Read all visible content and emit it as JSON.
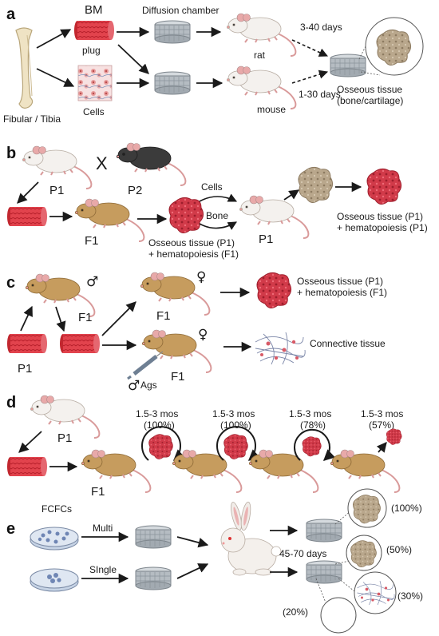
{
  "panels": {
    "a": {
      "letter": "a",
      "bone_label": "Fibular / Tibia",
      "bm_label": "BM",
      "plug_label": "plug",
      "cells_label": "Cells",
      "chamber_label": "Diffusion chamber",
      "rat_label": "rat",
      "mouse_label": "mouse",
      "rat_days": "3-40 days",
      "mouse_days": "1-30 days",
      "result_line1": "Osseous tissue",
      "result_line2": "(bone/cartilage)"
    },
    "b": {
      "letter": "b",
      "p1": "P1",
      "p2": "P2",
      "cross": "X",
      "f1": "F1",
      "cells_route": "Cells",
      "bone_route": "Bone",
      "mid_line1": "Osseous tissue (P1)",
      "mid_line2": "+ hematopoiesis (F1)",
      "p1_recipient": "P1",
      "end_line1": "Osseous tissue (P1)",
      "end_line2": "+ hematopoiesis (P1)"
    },
    "c": {
      "letter": "c",
      "male_symbol": "♂",
      "female_symbol": "♀",
      "f1_top": "F1",
      "p1": "P1",
      "f1_female_top": "F1",
      "f1_female_bottom": "F1",
      "ags": "Ags",
      "result_line1": "Osseous tissue (P1)",
      "result_line2": "+ hematopoiesis (F1)",
      "connective": "Connective tissue"
    },
    "d": {
      "letter": "d",
      "p1": "P1",
      "f1": "F1",
      "passages": [
        {
          "time": "1.5-3 mos",
          "pct": "(100%)"
        },
        {
          "time": "1.5-3 mos",
          "pct": "(100%)"
        },
        {
          "time": "1.5-3 mos",
          "pct": "(78%)"
        },
        {
          "time": "1.5-3 mos",
          "pct": "(57%)"
        }
      ]
    },
    "e": {
      "letter": "e",
      "fcfc": "FCFCs",
      "multi": "Multi",
      "single": "SIngle",
      "days": "45-70 days",
      "pct_bone": "(100%)",
      "pct_mixed": "(50%)",
      "pct_connective": "(30%)",
      "pct_empty": "(20%)"
    }
  },
  "colors": {
    "marrow_red": "#d9343f",
    "osseous_tan": "#b8a58a",
    "hematopoietic_red": "#cf3a4a",
    "mouse_brown": "#c49a5c",
    "mouse_white": "#f2eeea",
    "mouse_black": "#3a3a3a",
    "chamber_grey": "#a9b0b6"
  }
}
